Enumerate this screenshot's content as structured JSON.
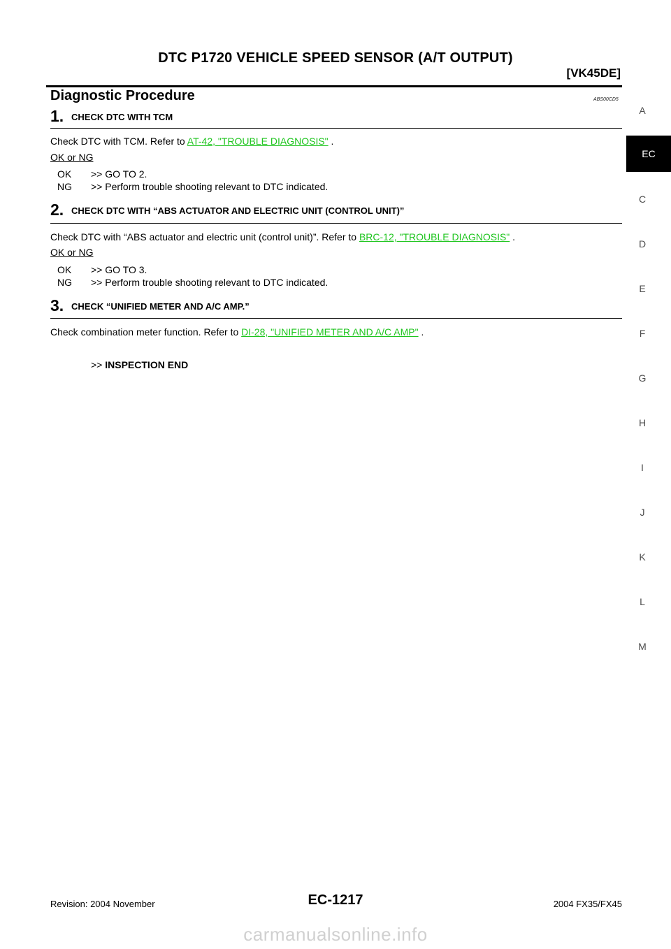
{
  "header": {
    "title": "DTC P1720 VEHICLE SPEED SENSOR (A/T OUTPUT)",
    "engine": "[VK45DE]"
  },
  "side_index": {
    "letters": [
      "A",
      "C",
      "D",
      "E",
      "F",
      "G",
      "H",
      "I",
      "J",
      "K",
      "L",
      "M"
    ],
    "active": "EC"
  },
  "section": {
    "title": "Diagnostic Procedure",
    "code": "ABS00CD5"
  },
  "steps": [
    {
      "number": "1.",
      "title": "CHECK DTC WITH TCM",
      "text_before": "Check DTC with TCM. Refer to ",
      "link": "AT-42, \"TROUBLE DIAGNOSIS\"",
      "text_after": " .",
      "okng": "OK or NG",
      "results": [
        {
          "code": "OK",
          "text": ">> GO TO 2."
        },
        {
          "code": "NG",
          "text": ">> Perform trouble shooting relevant to DTC indicated."
        }
      ]
    },
    {
      "number": "2.",
      "title": "CHECK DTC WITH “ABS ACTUATOR AND ELECTRIC UNIT (CONTROL UNIT)”",
      "text_before": "Check DTC with “ABS actuator and electric unit (control unit)”. Refer to ",
      "link": "BRC-12, \"TROUBLE DIAGNOSIS\"",
      "text_after": " .",
      "okng": "OK or NG",
      "results": [
        {
          "code": "OK",
          "text": ">> GO TO 3."
        },
        {
          "code": "NG",
          "text": ">> Perform trouble shooting relevant to DTC indicated."
        }
      ]
    },
    {
      "number": "3.",
      "title": "CHECK “UNIFIED METER AND A/C AMP.”",
      "text_before": "Check combination meter function. Refer to ",
      "link": "DI-28, \"UNIFIED METER AND A/C AMP\"",
      "text_after": " .",
      "end_prefix": ">>",
      "end_text": "INSPECTION END"
    }
  ],
  "footer": {
    "revision": "Revision: 2004 November",
    "page": "EC-1217",
    "model": "2004 FX35/FX45",
    "watermark": "carmanualsonline.info"
  }
}
